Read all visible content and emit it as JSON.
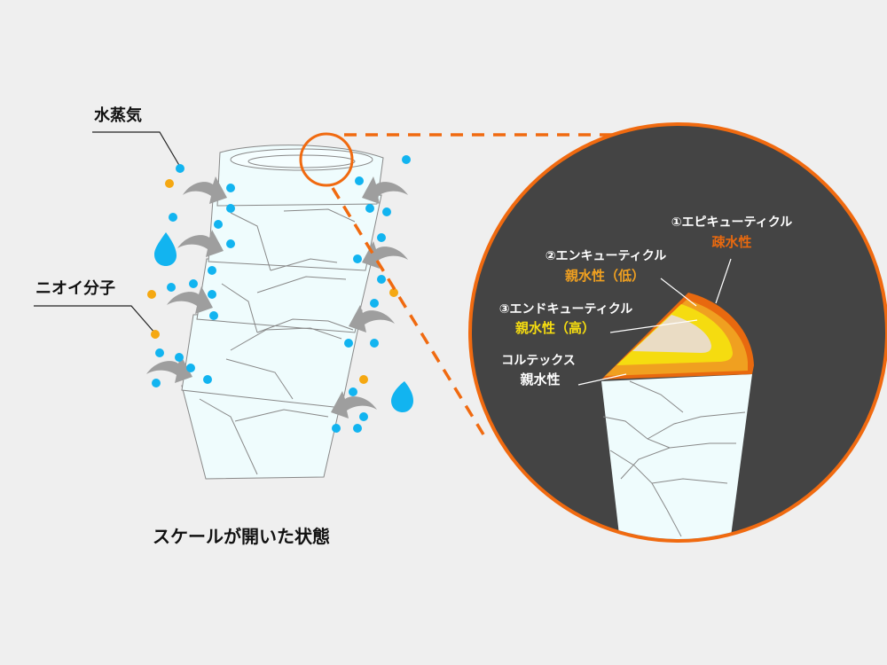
{
  "labels": {
    "water_vapor": "水蒸気",
    "odor_molecule": "ニオイ分子",
    "caption": "スケールが開いた状態"
  },
  "layers": [
    {
      "name": "①エピキューティクル",
      "property": "疎水性",
      "color": "#e8690f"
    },
    {
      "name": "②エンキューティクル",
      "property": "親水性（低）",
      "color": "#f0a020"
    },
    {
      "name": "③エンドキューティクル",
      "property": "親水性（高）",
      "color": "#f5dc10"
    },
    {
      "name": "コルテックス",
      "property": "親水性",
      "color": "#ffffff"
    }
  ],
  "colors": {
    "background": "#efefef",
    "zoom_circle_fill": "#444444",
    "accent_orange": "#f06a10",
    "water_blue": "#12b4f0",
    "odor_orange": "#f5a812",
    "arrow_gray": "#9e9e9e",
    "hair_fill": "#effcfd",
    "epicuticle": "#e8690f",
    "exocuticle": "#f0a020",
    "endocuticle": "#f5dc10",
    "cortex": "#eadcc4"
  }
}
